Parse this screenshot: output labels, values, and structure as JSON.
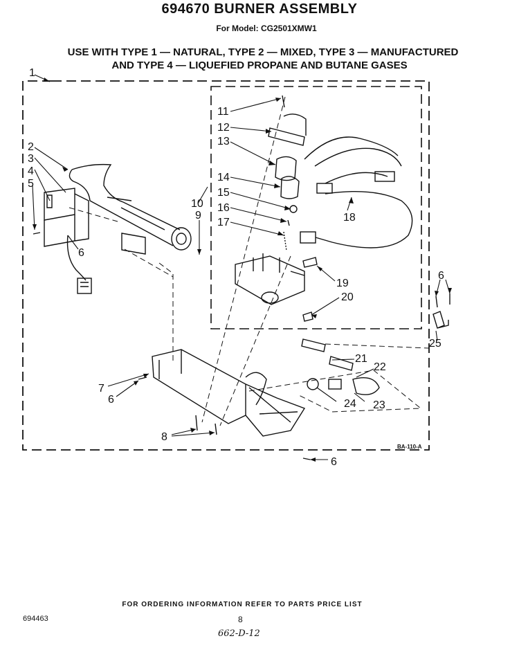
{
  "header": {
    "title": "694670 BURNER ASSEMBLY",
    "model": "For Model: CG2501XMW1",
    "note_line1": "USE WITH TYPE 1 — NATURAL, TYPE 2 — MIXED, TYPE 3 — MANUFACTURED",
    "note_line2": "AND TYPE 4 — LIQUEFIED PROPANE AND BUTANE GASES"
  },
  "diagram": {
    "drawing_code": "BA-110-A",
    "callouts": {
      "c1": "1",
      "c2": "2",
      "c3": "3",
      "c4": "4",
      "c5": "5",
      "c6a": "6",
      "c6b": "6",
      "c6c": "6",
      "c6d": "6",
      "c7": "7",
      "c8": "8",
      "c9": "9",
      "c10": "10",
      "c11": "11",
      "c12": "12",
      "c13": "13",
      "c14": "14",
      "c15": "15",
      "c16": "16",
      "c17": "17",
      "c18": "18",
      "c19": "19",
      "c20": "20",
      "c21": "21",
      "c22": "22",
      "c23": "23",
      "c24": "24",
      "c25": "25"
    }
  },
  "footer": {
    "ordering_note": "FOR ORDERING INFORMATION REFER TO PARTS PRICE LIST",
    "doc_number": "694463",
    "page_number": "8",
    "handwritten": "662-D-12"
  }
}
